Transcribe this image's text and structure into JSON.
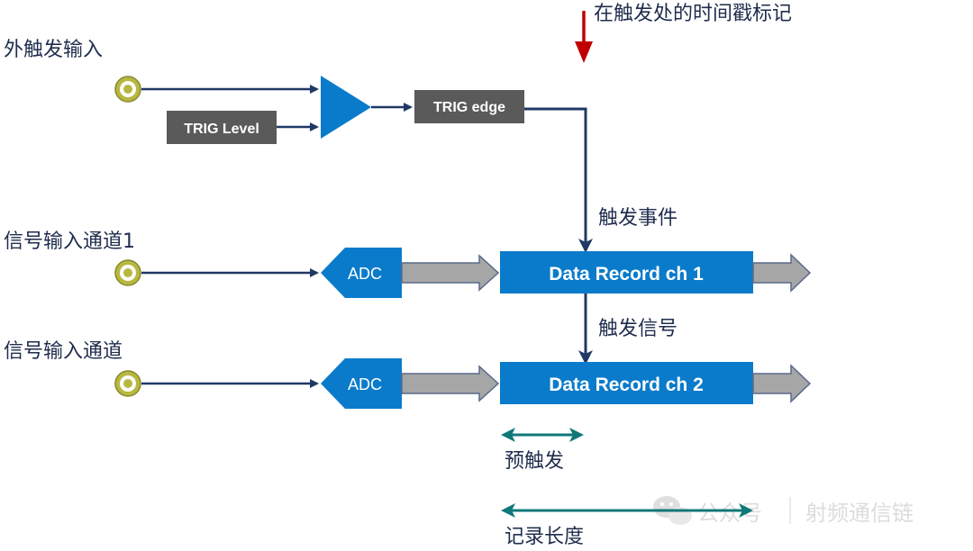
{
  "labels": {
    "external_trigger_input": "外触发输入",
    "signal_channel_1": "信号输入通道1",
    "signal_channel": "信号输入通道",
    "timestamp_at_trigger": "在触发处的时间戳标记",
    "trigger_event": "触发事件",
    "trigger_signal": "触发信号",
    "pre_trigger": "预触发",
    "record_length": "记录长度"
  },
  "blocks": {
    "trig_level": "TRIG Level",
    "trig_edge": "TRIG edge",
    "adc_1": "ADC",
    "adc_2": "ADC",
    "record_ch1": "Data Record ch 1",
    "record_ch2": "Data Record ch 2"
  },
  "watermark": {
    "account_prefix": "公众号",
    "account_name": "射频通信链"
  },
  "colors": {
    "navy_line": "#1f3864",
    "blue_block": "#0a7bcb",
    "gray_block": "#5a5a5a",
    "gray_arrow": "#a6a6a6",
    "red_arrow": "#c00000",
    "teal_arrow": "#107878"
  }
}
